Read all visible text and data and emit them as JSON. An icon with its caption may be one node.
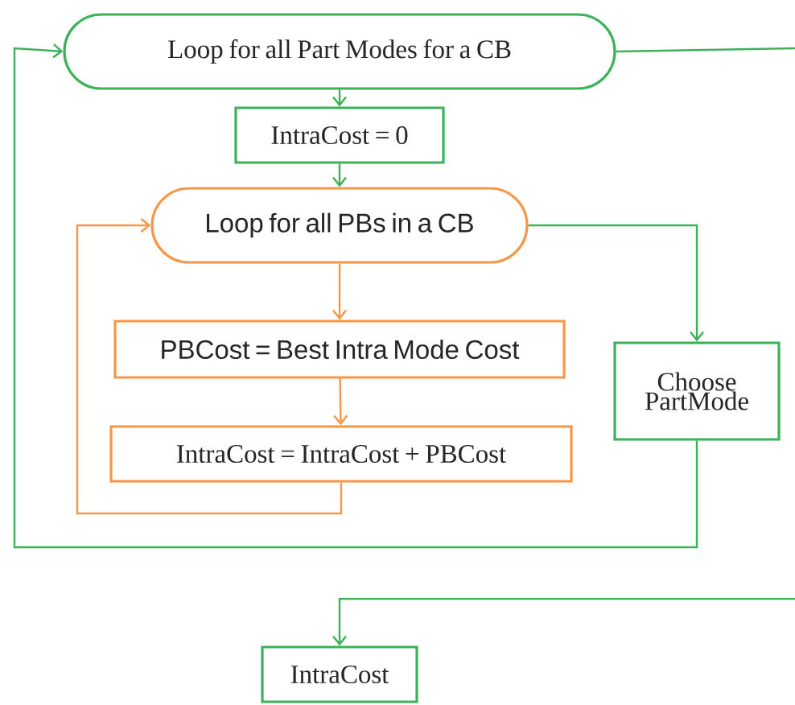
{
  "diagram": {
    "nodes": [
      {
        "text": [
          "Loop for all Part Modes for a CB"
        ]
      },
      {
        "text": [
          "IntraCost = 0"
        ]
      },
      {
        "text": [
          "Loop for all PBs in a CB"
        ]
      },
      {
        "text": [
          "PBCost = Best Intra Mode Cost"
        ]
      },
      {
        "text": [
          "IntraCost = IntraCost + PBCost"
        ]
      },
      {
        "text": [
          "Choose PartMode"
        ]
      },
      {
        "text": [
          "IntraCost"
        ]
      }
    ],
    "edges": [
      {
        "from": 0,
        "to": 1,
        "arrow": "to"
      },
      {
        "from": 1,
        "to": 2,
        "arrow": "to"
      },
      {
        "from": 2,
        "to": 3,
        "arrow": "to",
        "color": "#f79646"
      },
      {
        "from": 3,
        "to": 4,
        "arrow": "to",
        "color": "#f79646"
      },
      {
        "from": 4,
        "to": 2,
        "arrow": "to",
        "color": "#f79646"
      },
      {
        "from": 2,
        "to": 5,
        "arrow": "to"
      },
      {
        "from": 5,
        "to": 0,
        "arrow": "to"
      },
      {
        "from": 0,
        "to": null,
        "arrow": "none"
      },
      {
        "from": null,
        "to": 6,
        "arrow": "to"
      }
    ]
  }
}
